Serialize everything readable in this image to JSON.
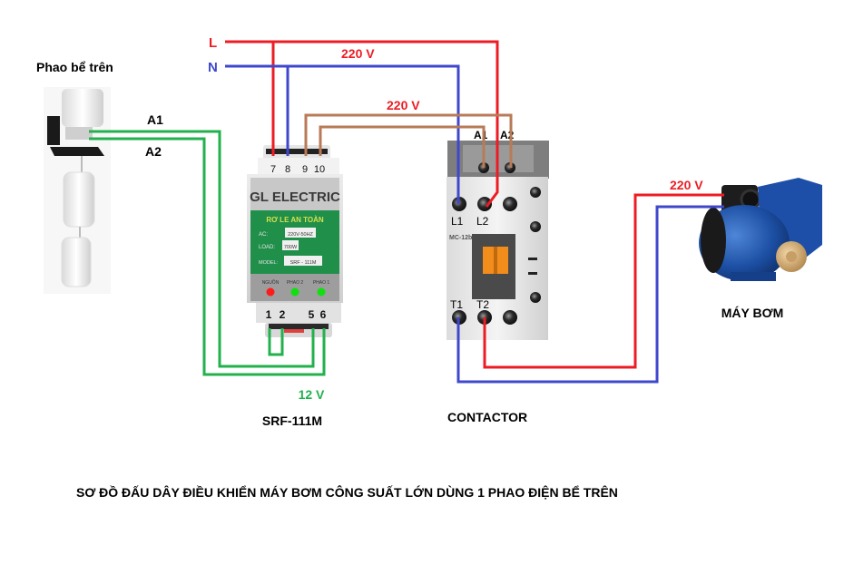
{
  "title": "SƠ ĐỒ ĐẤU DÂY ĐIỀU KHIỂN MÁY BƠM CÔNG SUẤT LỚN DÙNG 1 PHAO ĐIỆN BỂ TRÊN",
  "colors": {
    "line": "#ed1c24",
    "neutral": "#3f48cc",
    "control": "#b97a57",
    "float": "#22b14c",
    "text": "#000000"
  },
  "power": {
    "line_label": "L",
    "neutral_label": "N",
    "main_voltage": "220 V",
    "coil_voltage": "220 V",
    "pump_voltage": "220 V"
  },
  "float_switch": {
    "label": "Phao bể trên",
    "terminal_a1": "A1",
    "terminal_a2": "A2"
  },
  "relay": {
    "model_label": "SRF-111M",
    "brand": "GL ELECTRIC",
    "subtitle": "RƠ LE AN TOÀN",
    "spec_ac_label": "AC:",
    "spec_ac_value": "220V-50HZ",
    "spec_load_label": "LOAD:",
    "spec_load_value": "700W",
    "spec_model_label": "MODEL:",
    "spec_model_value": "SRF - 111M",
    "led_labels": [
      "NGUỒN",
      "PHAO 2",
      "PHAO 1"
    ],
    "top_terminals": [
      "7",
      "8",
      "9",
      "10"
    ],
    "bottom_terminals": [
      "1",
      "2",
      "5",
      "6"
    ],
    "sensor_voltage": "12 V"
  },
  "contactor": {
    "label": "CONTACTOR",
    "coil_terminals": [
      "A1",
      "A2"
    ],
    "line_terminals": [
      "L1",
      "L2"
    ],
    "load_terminals": [
      "T1",
      "T2"
    ],
    "model_text": "MC-12b"
  },
  "pump": {
    "label": "MÁY BƠM"
  }
}
